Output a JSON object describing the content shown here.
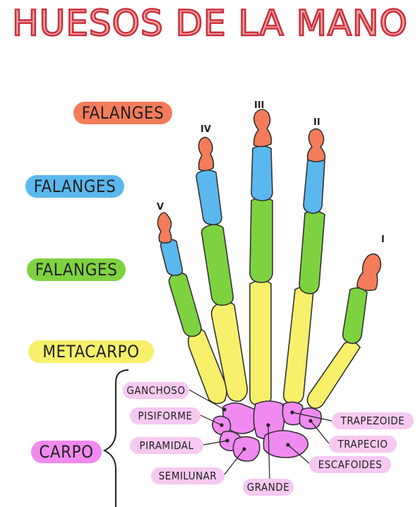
{
  "title": "HUESOS DE LA MANO",
  "groups": {
    "distal": "FALANGES",
    "media": "FALANGES",
    "proximal": "FALANGES",
    "metacarpo": "METACARPO",
    "carpo": "CARPO"
  },
  "fingers": {
    "v": "V",
    "iv": "IV",
    "iii": "III",
    "ii": "II",
    "i": "I"
  },
  "carpals": {
    "ganchoso": "GANCHOSO",
    "pisiforme": "PISIFORME",
    "piramidal": "PIRAMIDAL",
    "semilunar": "SEMILUNAR",
    "grande": "GRANDE",
    "trapezoide": "TRAPEZOIDE",
    "trapecio": "TRAPECIO",
    "escafoides": "ESCAFOIDES"
  },
  "colors": {
    "title": "#c9303c",
    "distal": "#f47c5a",
    "media": "#5bb8ee",
    "proximal": "#7ed23f",
    "metacarpo": "#f7f06a",
    "carpo": "#f18af0"
  }
}
